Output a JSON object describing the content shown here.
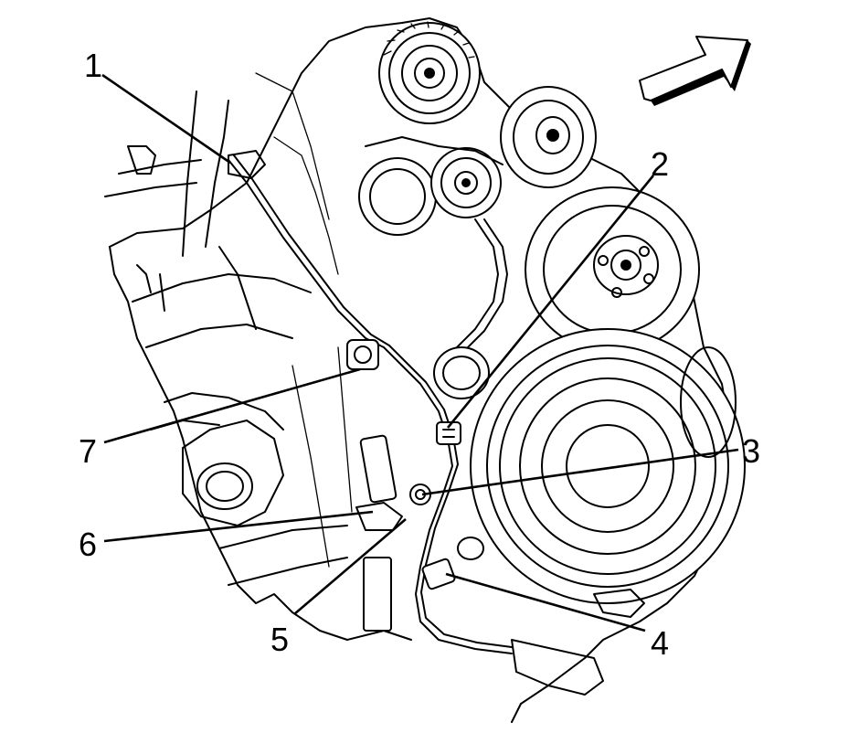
{
  "callouts": [
    {
      "id": "1",
      "label": "1"
    },
    {
      "id": "2",
      "label": "2"
    },
    {
      "id": "3",
      "label": "3"
    },
    {
      "id": "4",
      "label": "4"
    },
    {
      "id": "5",
      "label": "5"
    },
    {
      "id": "6",
      "label": "6"
    },
    {
      "id": "7",
      "label": "7"
    }
  ],
  "icons": {
    "direction_arrow": "front-direction-arrow-icon"
  },
  "colors": {
    "line": "#000000",
    "background": "#ffffff"
  }
}
